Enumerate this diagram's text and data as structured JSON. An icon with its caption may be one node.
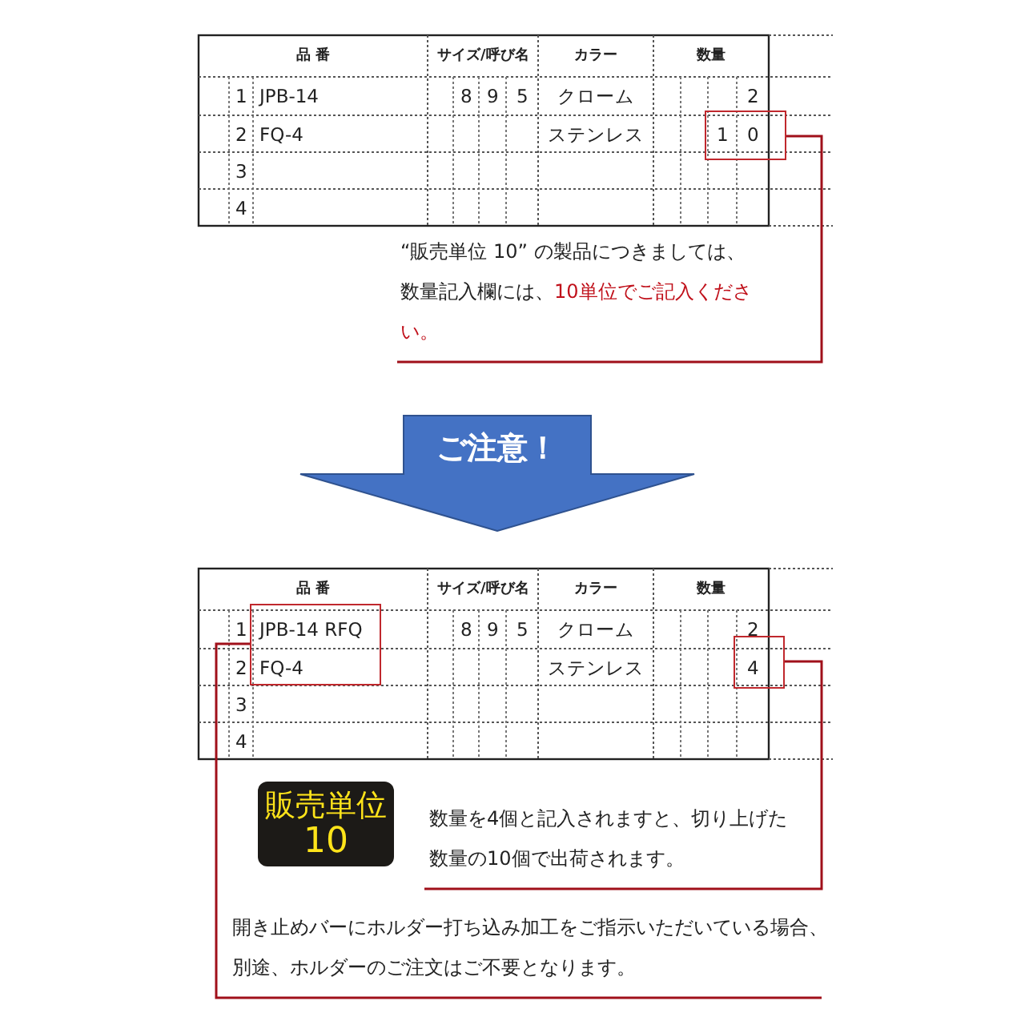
{
  "diagram": {
    "nodes": [
      {
        "text": [],
        "shape": "box"
      },
      {
        "text": [
          "“販売単位 10” の製品につきましては、数量記入欄には、",
          "10単位でご記入ください。"
        ]
      },
      {
        "text": [
          "ご注意！"
        ]
      },
      {
        "text": [],
        "shape": "box"
      },
      {
        "text": [],
        "shape": "box"
      },
      {
        "text": [
          "販売単位",
          "10"
        ]
      },
      {
        "text": [
          "数量を4個と記入されますと、切り上げた数量の10個で出荷されます。"
        ]
      },
      {
        "text": [
          "開き止めバーにホルダー打ち込み加工をご指示いただいている場合、別途、ホルダーのご注文はご不要となります。"
        ]
      }
    ],
    "edges": [
      {
        "from": 0,
        "to": 1,
        "arrow": "none"
      },
      {
        "from": 4,
        "to": 6,
        "arrow": "none"
      },
      {
        "from": 3,
        "to": 7,
        "arrow": "none"
      }
    ],
    "labels": [
      "品 番",
      "サイズ/呼び名",
      "カラー",
      "数量",
      "1",
      "JPB-14",
      "8",
      "9",
      "5",
      "クローム",
      "2",
      "2",
      "FQ-4",
      "ステンレス",
      "1",
      "0",
      "3",
      "4",
      "品 番",
      "サイズ/呼び名",
      "カラー",
      "数量",
      "1",
      "JPB-14 RFQ",
      "8",
      "9",
      "5",
      "クローム",
      "2",
      "2",
      "FQ-4",
      "ステンレス",
      "4",
      "3",
      "4"
    ]
  }
}
